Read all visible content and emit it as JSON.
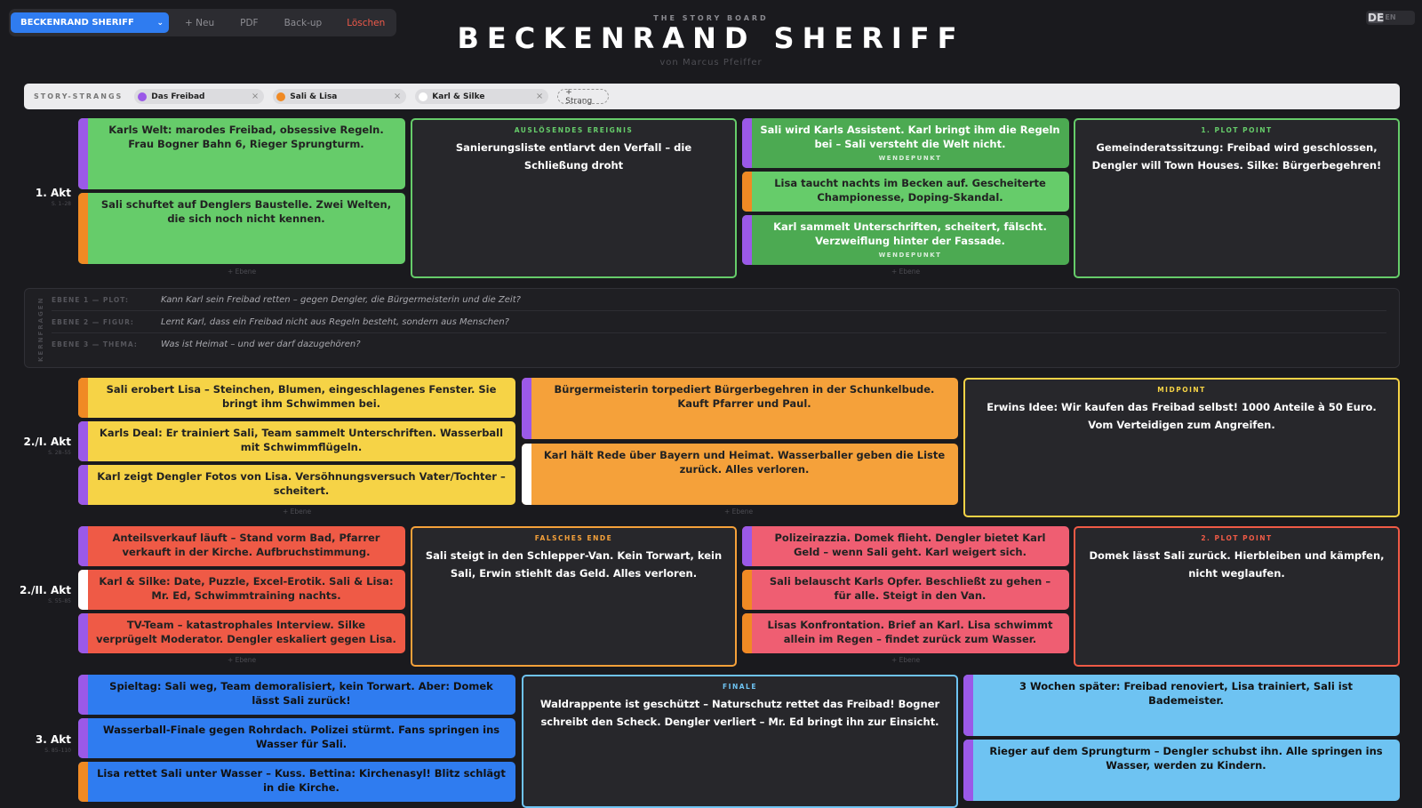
{
  "toolbar": {
    "project": "BECKENRAND SHERIFF",
    "new_label": "+ Neu",
    "pdf_label": "PDF",
    "backup_label": "Back-up",
    "delete_label": "Löschen"
  },
  "lang": {
    "de": "DE",
    "en": "EN",
    "active": "DE"
  },
  "header": {
    "eyebrow": "THE STORY BOARD",
    "title": "BECKENRAND SHERIFF",
    "byline": "von Marcus Pfeiffer"
  },
  "strands": {
    "label": "STORY-STRANGS",
    "items": [
      {
        "name": "Das Freibad",
        "color": "#9b59e8"
      },
      {
        "name": "Sali & Lisa",
        "color": "#f08a24"
      },
      {
        "name": "Karl & Silke",
        "color": "#ffffff"
      }
    ],
    "add_label": "+ Strang"
  },
  "acts": [
    {
      "name": "1. Akt",
      "pages": "S. 1–28"
    },
    {
      "name": "2./I. Akt",
      "pages": "S. 28–55"
    },
    {
      "name": "2./II. Akt",
      "pages": "S. 55–85"
    },
    {
      "name": "3. Akt",
      "pages": "S. 85–110"
    }
  ],
  "add_layer": "+ Ebene",
  "cards": {
    "a1c1": "Karls Welt: marodes Freibad, obsessive Regeln. Frau Bogner Bahn 6, Rieger Sprungturm.",
    "a1c2": "Sali schuftet auf Denglers Baustelle. Zwei Welten, die sich noch nicht kennen.",
    "a1k1_label": "AUSLÖSENDES EREIGNIS",
    "a1k1_text": "Sanierungsliste entlarvt den Verfall – die Schließung droht",
    "a1c3": "Sali wird Karls Assistent. Karl bringt ihm die Regeln bei – Sali versteht die Welt nicht.",
    "a1c4": "Lisa taucht nachts im Becken auf. Gescheiterte Championesse, Doping-Skandal.",
    "a1c5": "Karl sammelt Unterschriften, scheitert, fälscht. Verzweiflung hinter der Fassade.",
    "turn_badge": "WENDEPUNKT",
    "a1k2_label": "1. PLOT POINT",
    "a1k2_text": "Gemeinderatssitzung: Freibad wird geschlossen, Dengler will Town Houses. Silke: Bürgerbegehren!",
    "a2c1": "Sali erobert Lisa – Steinchen, Blumen, eingeschlagenes Fenster. Sie bringt ihm Schwimmen bei.",
    "a2c2": "Karls Deal: Er trainiert Sali, Team sammelt Unterschriften. Wasserball mit Schwimmflügeln.",
    "a2c3": "Karl zeigt Dengler Fotos von Lisa. Versöhnungsversuch Vater/Tochter – scheitert.",
    "a2c4": "Bürgermeisterin torpediert Bürgerbegehren in der Schunkelbude. Kauft Pfarrer und Paul.",
    "a2c5": "Karl hält Rede über Bayern und Heimat. Wasserballer geben die Liste zurück. Alles verloren.",
    "a2k1_label": "MIDPOINT",
    "a2k1_text": "Erwins Idee: Wir kaufen das Freibad selbst! 1000 Anteile à 50 Euro. Vom Verteidigen zum Angreifen.",
    "a3c1": "Anteilsverkauf läuft – Stand vorm Bad, Pfarrer verkauft in der Kirche. Aufbruchstimmung.",
    "a3c2": "Karl & Silke: Date, Puzzle, Excel-Erotik. Sali & Lisa: Mr. Ed, Schwimmtraining nachts.",
    "a3c3": "TV-Team – katastrophales Interview. Silke verprügelt Moderator. Dengler eskaliert gegen Lisa.",
    "a3k1_label": "FALSCHES ENDE",
    "a3k1_text": "Sali steigt in den Schlepper-Van. Kein Torwart, kein Sali, Erwin stiehlt das Geld. Alles verloren.",
    "a3c4": "Polizeirazzia. Domek flieht. Dengler bietet Karl Geld – wenn Sali geht. Karl weigert sich.",
    "a3c5": "Sali belauscht Karls Opfer. Beschließt zu gehen – für alle. Steigt in den Van.",
    "a3c6": "Lisas Konfrontation. Brief an Karl. Lisa schwimmt allein im Regen – findet zurück zum Wasser.",
    "a3k2_label": "2. PLOT POINT",
    "a3k2_text": "Domek lässt Sali zurück. Hierbleiben und kämpfen, nicht weglaufen.",
    "a4c1": "Spieltag: Sali weg, Team demoralisiert, kein Torwart. Aber: Domek lässt Sali zurück!",
    "a4c2": "Wasserball-Finale gegen Rohrdach. Polizei stürmt. Fans springen ins Wasser für Sali.",
    "a4c3": "Lisa rettet Sali unter Wasser – Kuss. Bettina: Kirchenasyl! Blitz schlägt in die Kirche.",
    "a4k1_label": "FINALE",
    "a4k1_text": "Waldrappente ist geschützt – Naturschutz rettet das Freibad! Bogner schreibt den Scheck. Dengler verliert – Mr. Ed bringt ihn zur Einsicht.",
    "a4c4": "3 Wochen später: Freibad renoviert, Lisa trainiert, Sali ist Bademeister.",
    "a4c5": "Rieger auf dem Sprungturm – Dengler schubst ihn. Alle springen ins Wasser, werden zu Kindern."
  },
  "questions": {
    "label": "KERNFRAGEN",
    "rows": [
      {
        "label": "EBENE 1 — PLOT:",
        "text": "Kann Karl sein Freibad retten – gegen Dengler, die Bürgermeisterin und die Zeit?"
      },
      {
        "label": "EBENE 2 — FIGUR:",
        "text": "Lernt Karl, dass ein Freibad nicht aus Regeln besteht, sondern aus Menschen?"
      },
      {
        "label": "EBENE 3 — THEMA:",
        "text": "Was ist Heimat – und wer darf dazugehören?"
      }
    ]
  },
  "colors": {
    "green": "#66cc6a",
    "darkgreen": "#4caa52",
    "yellow": "#f6d346",
    "orange": "#f5a13a",
    "red": "#ef5a46",
    "pink": "#ef5e72",
    "blue": "#2f7cf0",
    "lightblue": "#6ec3f2",
    "purple": "#9b59e8",
    "strandorange": "#f08a24"
  }
}
